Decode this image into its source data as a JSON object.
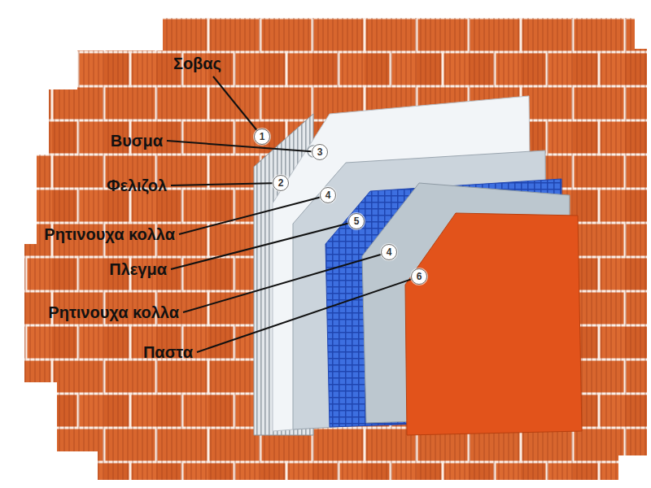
{
  "diagram": {
    "nodes": [
      {
        "text": [
          "1"
        ]
      },
      {
        "text": [
          "3"
        ]
      },
      {
        "text": [
          "2"
        ]
      },
      {
        "text": [
          "4"
        ]
      },
      {
        "text": [
          "5"
        ]
      },
      {
        "text": [
          "4"
        ]
      },
      {
        "text": [
          "6"
        ]
      }
    ],
    "labels": [
      "Σοβας",
      "Βυσμα",
      "Φελιζολ",
      "Ρητινουχα κολλα",
      "Πλεγμα",
      "Ρητινουχα κολλα",
      "Παστα"
    ]
  }
}
